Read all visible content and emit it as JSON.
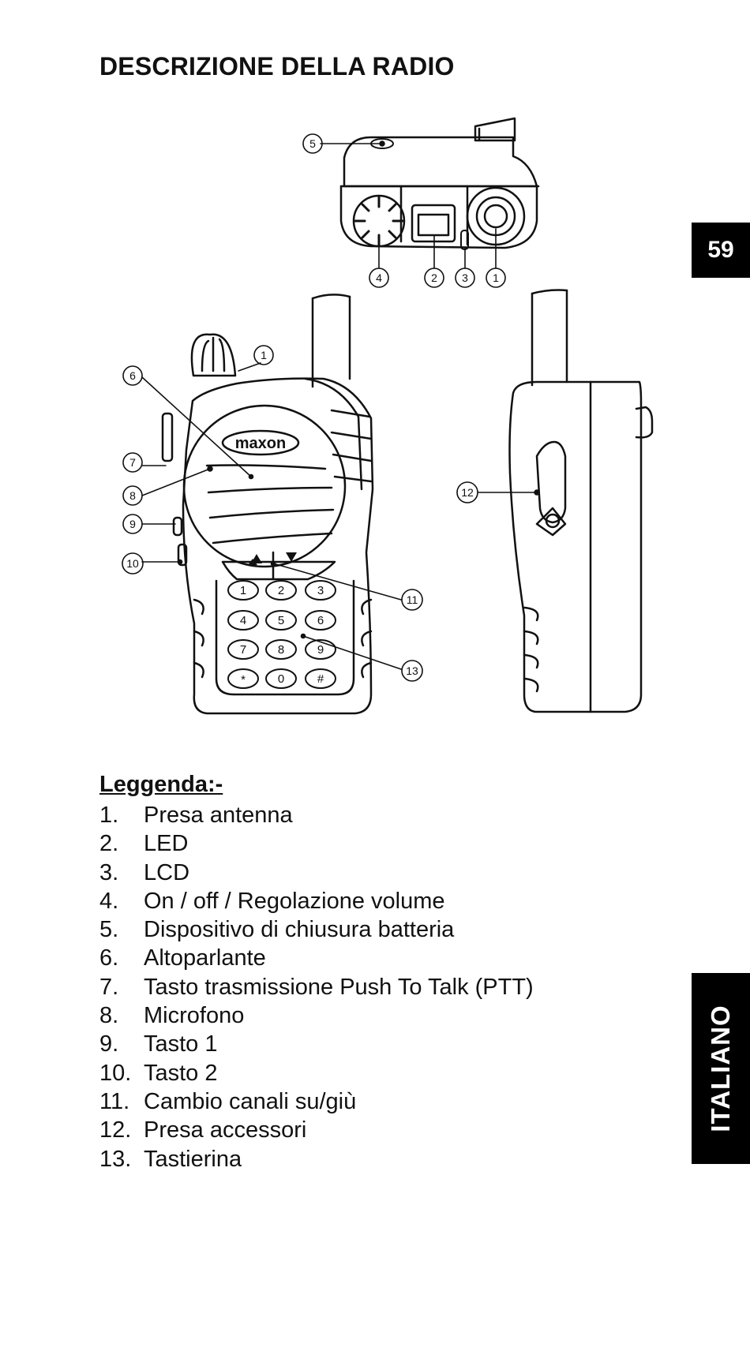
{
  "title": "DESCRIZIONE DELLA RADIO",
  "page_number": "59",
  "language_tab": "ITALIANO",
  "brand_logo_text": "maxon",
  "callouts": [
    "1",
    "2",
    "3",
    "4",
    "5",
    "6",
    "7",
    "8",
    "9",
    "10",
    "11",
    "12",
    "13"
  ],
  "keypad": [
    "1",
    "2",
    "3",
    "4",
    "5",
    "6",
    "7",
    "8",
    "9",
    "*",
    "0",
    "#"
  ],
  "legend": {
    "title": "Leggenda:-",
    "items": [
      {
        "num": "1.",
        "label": "Presa antenna"
      },
      {
        "num": "2.",
        "label": "LED"
      },
      {
        "num": "3.",
        "label": "LCD"
      },
      {
        "num": "4.",
        "label": "On / off / Regolazione volume"
      },
      {
        "num": "5.",
        "label": "Dispositivo di chiusura batteria"
      },
      {
        "num": "6.",
        "label": "Altoparlante"
      },
      {
        "num": "7.",
        "label": "Tasto trasmissione Push To Talk (PTT)"
      },
      {
        "num": "8.",
        "label": "Microfono"
      },
      {
        "num": "9.",
        "label": "Tasto 1"
      },
      {
        "num": "10.",
        "label": "Tasto 2"
      },
      {
        "num": "11.",
        "label": "Cambio canali su/giù"
      },
      {
        "num": "12.",
        "label": "Presa accessori"
      },
      {
        "num": "13.",
        "label": "Tastierina"
      }
    ]
  }
}
